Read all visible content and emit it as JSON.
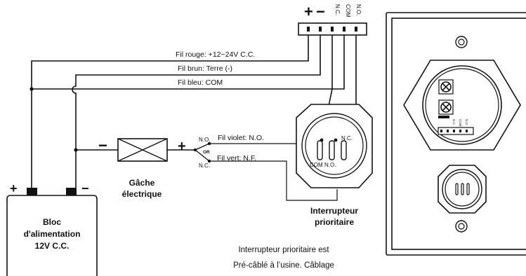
{
  "terminals": {
    "plus": "+",
    "minus": "−",
    "nc": "N.C.",
    "com": "COM",
    "no": "N.O."
  },
  "wires": {
    "red": "Fil rouge: +12~24V C.C.",
    "brown": "Fil brun: Terre (-)",
    "blue": "Fil bleu: COM",
    "violet": "Fil violet: N.O.",
    "green": "Fil vert: N.F."
  },
  "strike": {
    "minus": "−",
    "plus": "+",
    "line1": "Gâche",
    "line2": "électrique"
  },
  "switch_contacts": {
    "no": "N.O.",
    "or": "OR",
    "nc": "N.C."
  },
  "override_switch": {
    "nc": "N.C.",
    "com": "COM",
    "no": "N.O.",
    "line1": "Interrupteur",
    "line2": "prioritaire"
  },
  "power_supply": {
    "plus": "+",
    "minus": "−",
    "line1": "Bloc",
    "line2": "d'alimentation",
    "line3": "12V C.C."
  },
  "note": {
    "line1": "Interrupteur prioritaire est",
    "line2": "Pré-câblé à l’usine. Câblage"
  },
  "panel": {
    "terminal_labels": [
      "N.C.",
      "COM",
      "N.O."
    ]
  }
}
